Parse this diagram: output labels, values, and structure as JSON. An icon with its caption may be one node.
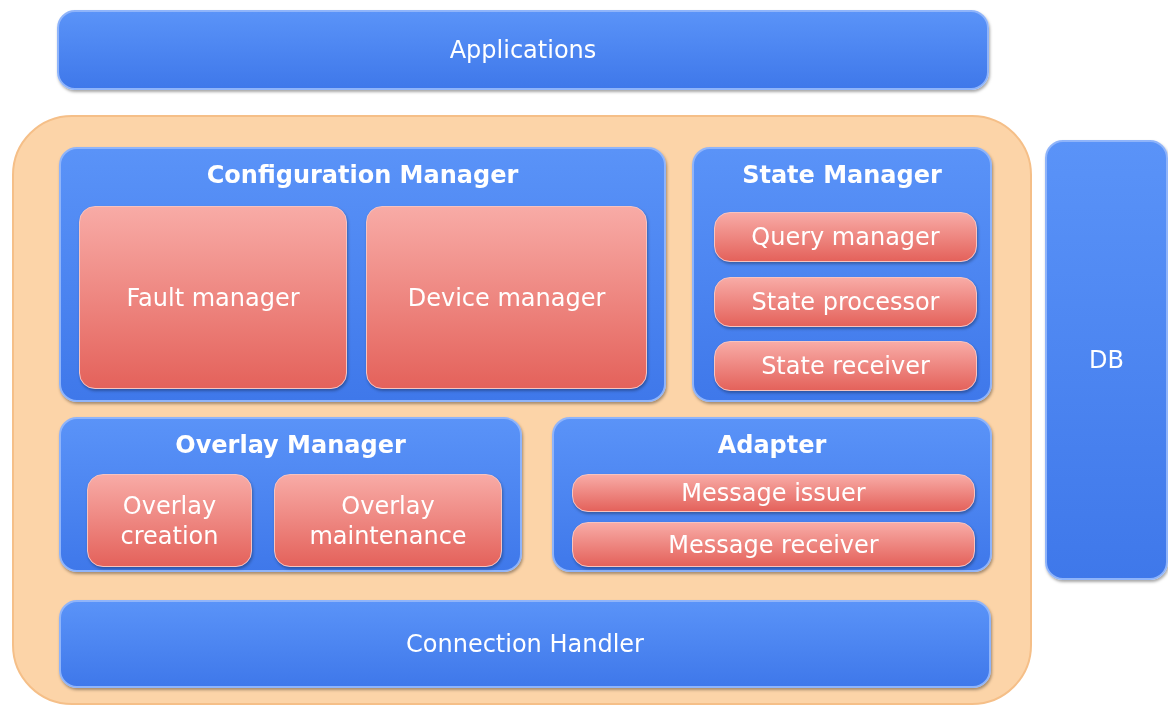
{
  "diagram": {
    "nodes": [
      {
        "text": [
          "Applications"
        ]
      },
      {
        "text": [],
        "shape": "box"
      },
      {
        "text": [
          "Configuration Manager"
        ],
        "in": 1
      },
      {
        "text": [
          "Fault manager"
        ],
        "in": 2
      },
      {
        "text": [
          "Device manager"
        ],
        "in": 2
      },
      {
        "text": [
          "State Manager"
        ],
        "in": 1
      },
      {
        "text": [
          "Query manager"
        ],
        "in": 5
      },
      {
        "text": [
          "State processor"
        ],
        "in": 5
      },
      {
        "text": [
          "State receiver"
        ],
        "in": 5
      },
      {
        "text": [
          "Overlay Manager"
        ],
        "in": 1
      },
      {
        "text": [
          "Overlay creation"
        ],
        "in": 9
      },
      {
        "text": [
          "Overlay maintenance"
        ],
        "in": 9
      },
      {
        "text": [
          "Adapter"
        ],
        "in": 1
      },
      {
        "text": [
          "Message issuer"
        ],
        "in": 12
      },
      {
        "text": [
          "Message receiver"
        ],
        "in": 12
      },
      {
        "text": [
          "Connection Handler"
        ],
        "in": 1
      },
      {
        "text": [
          "DB"
        ]
      }
    ]
  }
}
